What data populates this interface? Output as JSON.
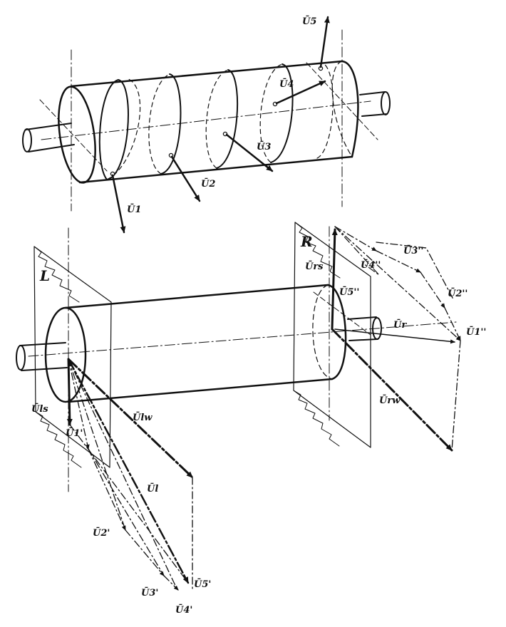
{
  "colors": {
    "ink": "#111111",
    "paper": "#ffffff"
  },
  "top": {
    "labels": {
      "u1": "Ū1",
      "u2": "Ū2",
      "u3": "Ū3",
      "u4": "Ū4",
      "u5": "Ū5"
    }
  },
  "bottom": {
    "planes": {
      "left": "L",
      "right": "R"
    },
    "labels": {
      "urs": "Ūrs",
      "uls": "Ūls",
      "ulw": "Ūlw",
      "url": "Ūrw",
      "ul": "Ūl",
      "ur": "Ūr",
      "u5pp": "Ū5''",
      "u4pp": "Ū4''",
      "u3pp": "Ū3''",
      "u2pp": "Ū2''",
      "u1pp": "Ū1''",
      "u1p": "Ū1'",
      "u2p": "Ū2'",
      "u3p": "Ū3'",
      "u4p": "Ū4'",
      "u5p": "Ū5'"
    }
  }
}
